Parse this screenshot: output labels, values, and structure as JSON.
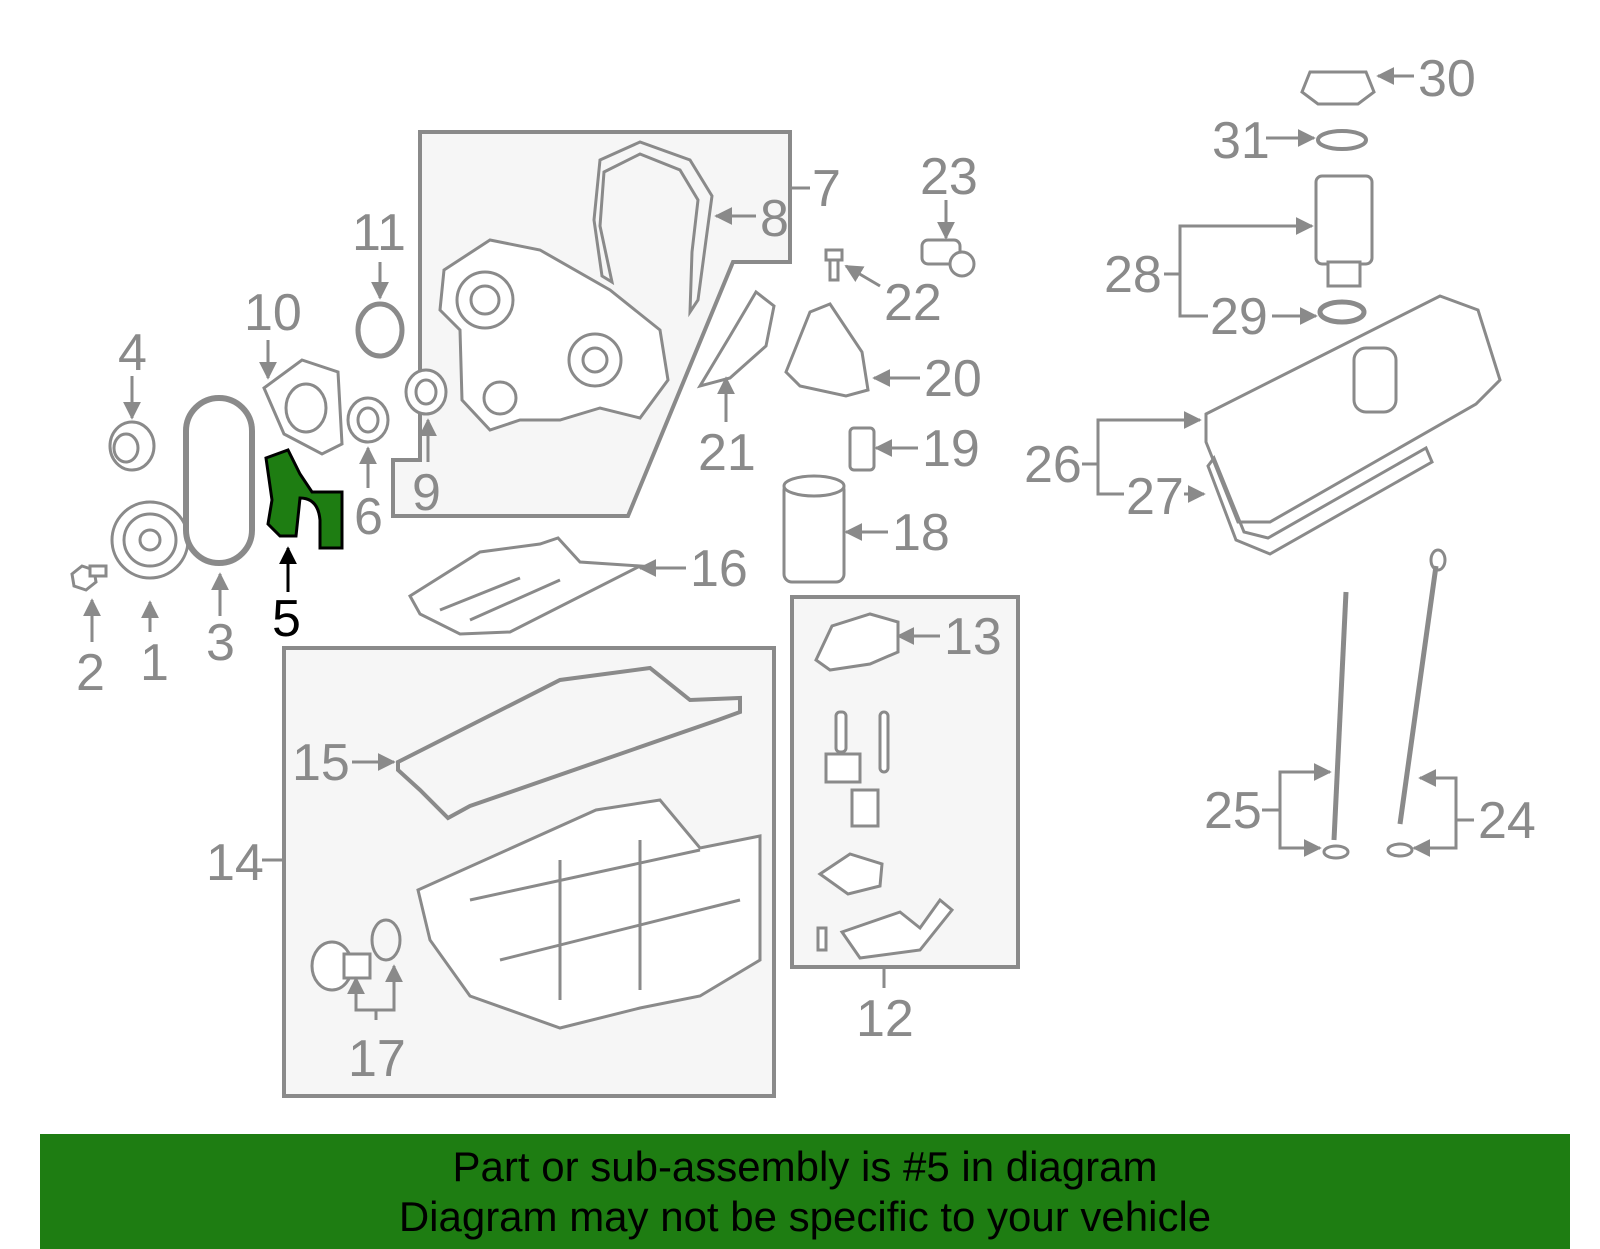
{
  "highlight": {
    "part_number": "5",
    "color": "#1e7d12"
  },
  "callouts": {
    "p1": "1",
    "p2": "2",
    "p3": "3",
    "p4": "4",
    "p5": "5",
    "p6": "6",
    "p7": "7",
    "p8": "8",
    "p9": "9",
    "p10": "10",
    "p11": "11",
    "p12": "12",
    "p13": "13",
    "p14": "14",
    "p15": "15",
    "p16": "16",
    "p17": "17",
    "p18": "18",
    "p19": "19",
    "p20": "20",
    "p21": "21",
    "p22": "22",
    "p23": "23",
    "p24": "24",
    "p25": "25",
    "p26": "26",
    "p27": "27",
    "p28": "28",
    "p29": "29",
    "p30": "30",
    "p31": "31"
  },
  "banner": {
    "line1": "Part or sub-assembly is #5 in diagram",
    "line2": "Diagram may not be specific to your vehicle"
  }
}
